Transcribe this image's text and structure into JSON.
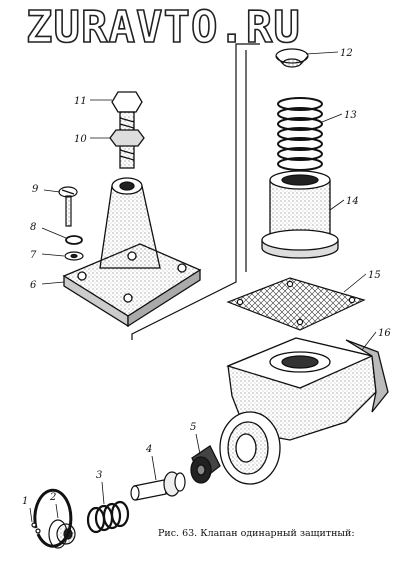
{
  "watermark": "ZURAVTO.RU",
  "caption": "Рис. 63. Клапан одинарный защитный:",
  "part_numbers": [
    {
      "number": "1",
      "part": "retaining-ring"
    },
    {
      "number": "2",
      "part": "washer"
    },
    {
      "number": "3",
      "part": "small-spring"
    },
    {
      "number": "4",
      "part": "valve-stem"
    },
    {
      "number": "5",
      "part": "valve-seal"
    },
    {
      "number": "6",
      "part": "cover"
    },
    {
      "number": "7",
      "part": "washer-small"
    },
    {
      "number": "8",
      "part": "spring-washer"
    },
    {
      "number": "9",
      "part": "screw"
    },
    {
      "number": "10",
      "part": "locknut"
    },
    {
      "number": "11",
      "part": "adjusting-bolt"
    },
    {
      "number": "12",
      "part": "spring-plate"
    },
    {
      "number": "13",
      "part": "large-spring"
    },
    {
      "number": "14",
      "part": "piston"
    },
    {
      "number": "15",
      "part": "diaphragm"
    },
    {
      "number": "16",
      "part": "valve-body"
    }
  ],
  "colors": {
    "ink": "#111111",
    "paper": "#ffffff"
  }
}
